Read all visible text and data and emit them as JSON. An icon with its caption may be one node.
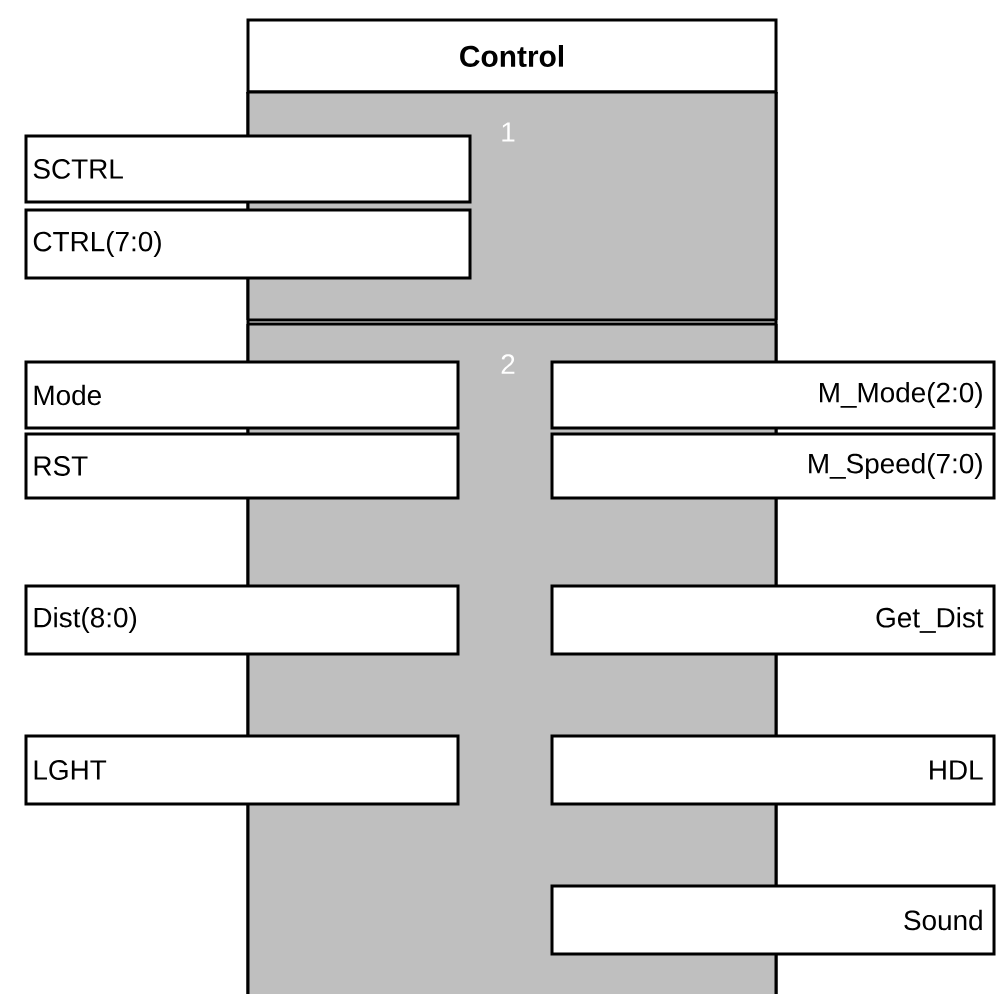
{
  "diagram": {
    "nodes": [
      {
        "text": [
          "Control"
        ]
      },
      {
        "text": [
          "1"
        ],
        "in": 0
      },
      {
        "text": [
          "2"
        ],
        "in": 0
      },
      {
        "text": [
          "SCTRL"
        ]
      },
      {
        "text": [
          "CTRL(7:0)"
        ]
      },
      {
        "text": [
          "Mode"
        ]
      },
      {
        "text": [
          "M_Mode(2:0)"
        ]
      },
      {
        "text": [
          "RST"
        ]
      },
      {
        "text": [
          "M_Speed(7:0)"
        ]
      },
      {
        "text": [
          "Dist(8:0)"
        ]
      },
      {
        "text": [
          "Get_Dist"
        ]
      },
      {
        "text": [
          "LGHT"
        ]
      },
      {
        "text": [
          "HDL"
        ]
      },
      {
        "text": [
          "Sound"
        ]
      }
    ]
  }
}
